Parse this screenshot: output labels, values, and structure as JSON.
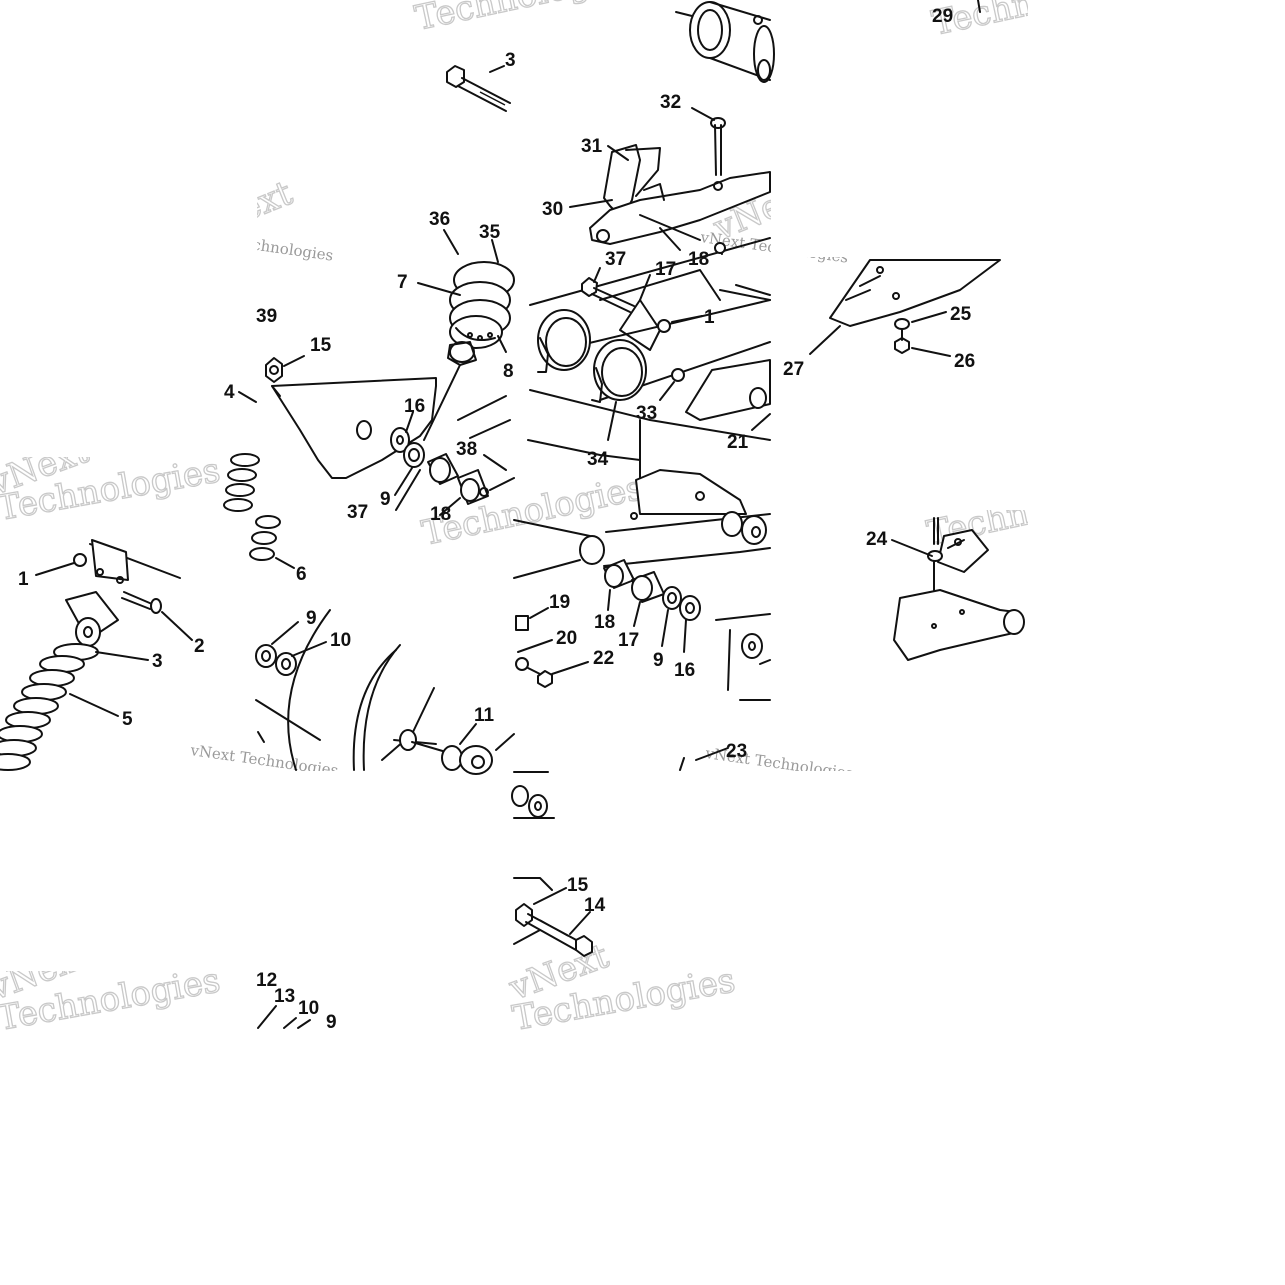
{
  "watermark": {
    "brand_large": "Technologies",
    "brand_small": "vNext Technologies",
    "brand_short": "vNext"
  },
  "callouts": [
    {
      "id": "c3a",
      "text": "3"
    },
    {
      "id": "c29",
      "text": "29"
    },
    {
      "id": "c32",
      "text": "32"
    },
    {
      "id": "c31",
      "text": "31"
    },
    {
      "id": "c30",
      "text": "30"
    },
    {
      "id": "c36",
      "text": "36"
    },
    {
      "id": "c35",
      "text": "35"
    },
    {
      "id": "c7",
      "text": "7"
    },
    {
      "id": "c37a",
      "text": "37"
    },
    {
      "id": "c17a",
      "text": "17"
    },
    {
      "id": "c18a",
      "text": "18"
    },
    {
      "id": "c1a",
      "text": "1"
    },
    {
      "id": "c39",
      "text": "39"
    },
    {
      "id": "c15a",
      "text": "15"
    },
    {
      "id": "c4",
      "text": "4"
    },
    {
      "id": "c8",
      "text": "8"
    },
    {
      "id": "c16a",
      "text": "16"
    },
    {
      "id": "c9a",
      "text": "9"
    },
    {
      "id": "c38",
      "text": "38"
    },
    {
      "id": "c33",
      "text": "33"
    },
    {
      "id": "c34",
      "text": "34"
    },
    {
      "id": "c21",
      "text": "21"
    },
    {
      "id": "c25",
      "text": "25"
    },
    {
      "id": "c27",
      "text": "27"
    },
    {
      "id": "c26",
      "text": "26"
    },
    {
      "id": "c37b",
      "text": "37"
    },
    {
      "id": "c18b",
      "text": "18"
    },
    {
      "id": "c24",
      "text": "24"
    },
    {
      "id": "c1b",
      "text": "1"
    },
    {
      "id": "c2",
      "text": "2"
    },
    {
      "id": "c6",
      "text": "6"
    },
    {
      "id": "c3b",
      "text": "3"
    },
    {
      "id": "c5",
      "text": "5"
    },
    {
      "id": "c9b",
      "text": "9"
    },
    {
      "id": "c10a",
      "text": "10"
    },
    {
      "id": "c19",
      "text": "19"
    },
    {
      "id": "c20",
      "text": "20"
    },
    {
      "id": "c18c",
      "text": "18"
    },
    {
      "id": "c17b",
      "text": "17"
    },
    {
      "id": "c9c",
      "text": "9"
    },
    {
      "id": "c16b",
      "text": "16"
    },
    {
      "id": "c22",
      "text": "22"
    },
    {
      "id": "c11",
      "text": "11"
    },
    {
      "id": "c23",
      "text": "23"
    },
    {
      "id": "c15b",
      "text": "15"
    },
    {
      "id": "c14",
      "text": "14"
    },
    {
      "id": "c12",
      "text": "12"
    },
    {
      "id": "c13",
      "text": "13"
    },
    {
      "id": "c10b",
      "text": "10"
    },
    {
      "id": "c9d",
      "text": "9"
    }
  ]
}
